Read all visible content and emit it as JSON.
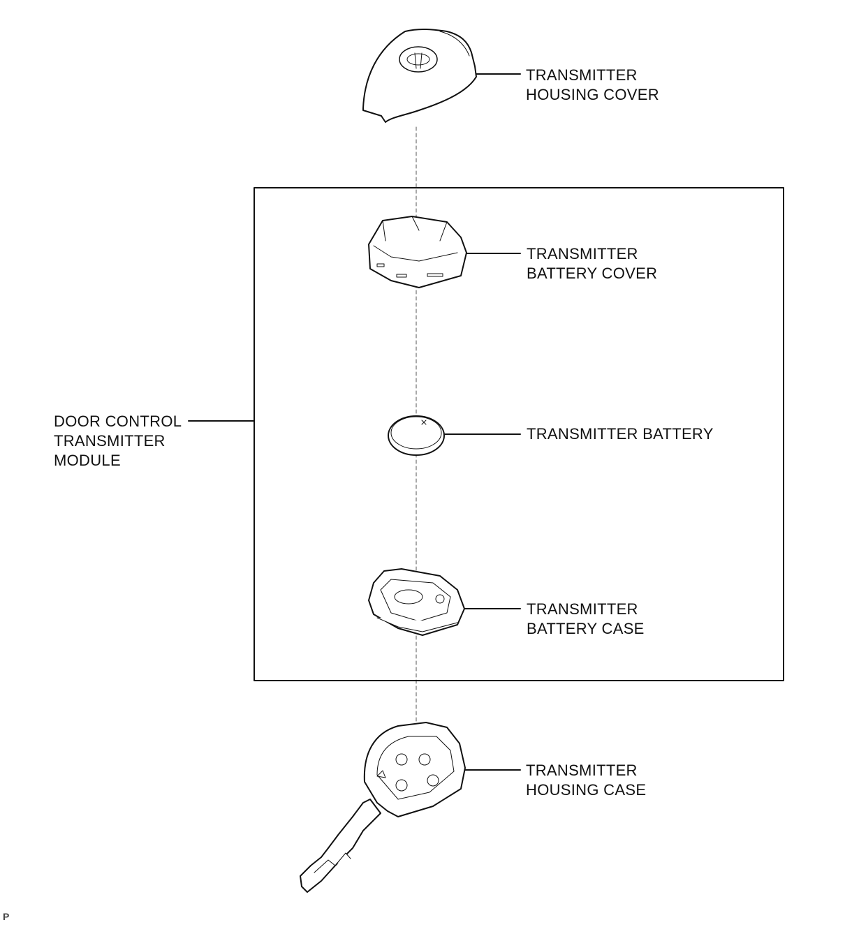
{
  "parts": {
    "housing_cover": [
      "TRANSMITTER",
      "HOUSING COVER"
    ],
    "battery_cover": [
      "TRANSMITTER",
      "BATTERY COVER"
    ],
    "battery": [
      "TRANSMITTER BATTERY"
    ],
    "battery_case": [
      "TRANSMITTER",
      "BATTERY CASE"
    ],
    "housing_case": [
      "TRANSMITTER",
      "HOUSING CASE"
    ]
  },
  "module_label": [
    "DOOR CONTROL",
    "TRANSMITTER",
    "MODULE"
  ],
  "figure_code": "P"
}
